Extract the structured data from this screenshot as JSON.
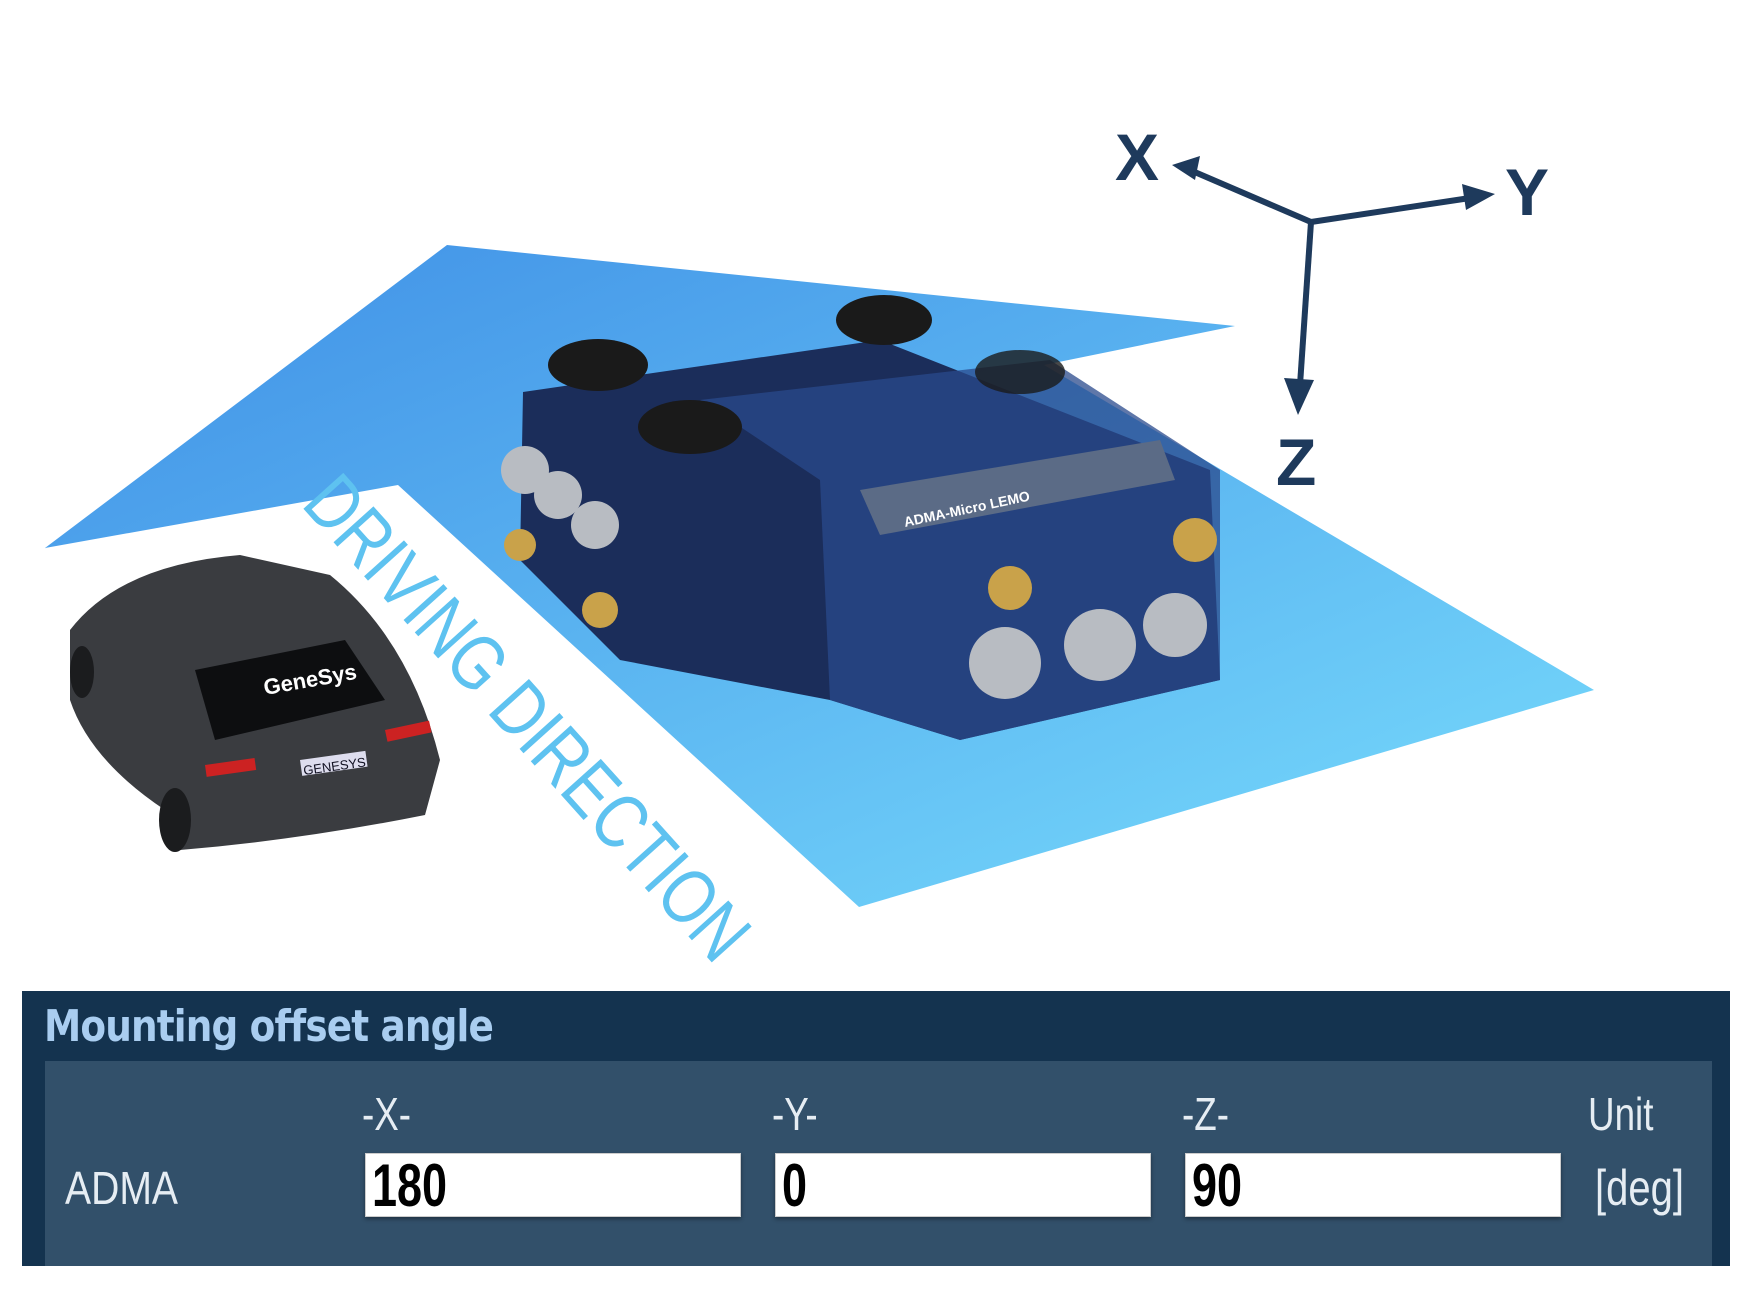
{
  "scene": {
    "driving_label": "DRIVING DIRECTION",
    "axes": {
      "x": "X",
      "y": "Y",
      "z": "Z"
    },
    "device_label": "ADMA-Micro LEMO",
    "car_brand": "GeneSys",
    "car_plate": "GENESYS",
    "colors": {
      "plane": "#4aa8ee",
      "plane_light": "#6fd0fb",
      "axis": "#1e3a5c",
      "device": "#1b2d5a",
      "text_blue": "#5ec2f0"
    }
  },
  "panel": {
    "title": "Mounting offset angle",
    "headers": {
      "x": "-X-",
      "y": "-Y-",
      "z": "-Z-",
      "unit": "Unit"
    },
    "row": {
      "label": "ADMA",
      "x": "180",
      "y": "0",
      "z": "90",
      "unit": "[deg]"
    }
  }
}
